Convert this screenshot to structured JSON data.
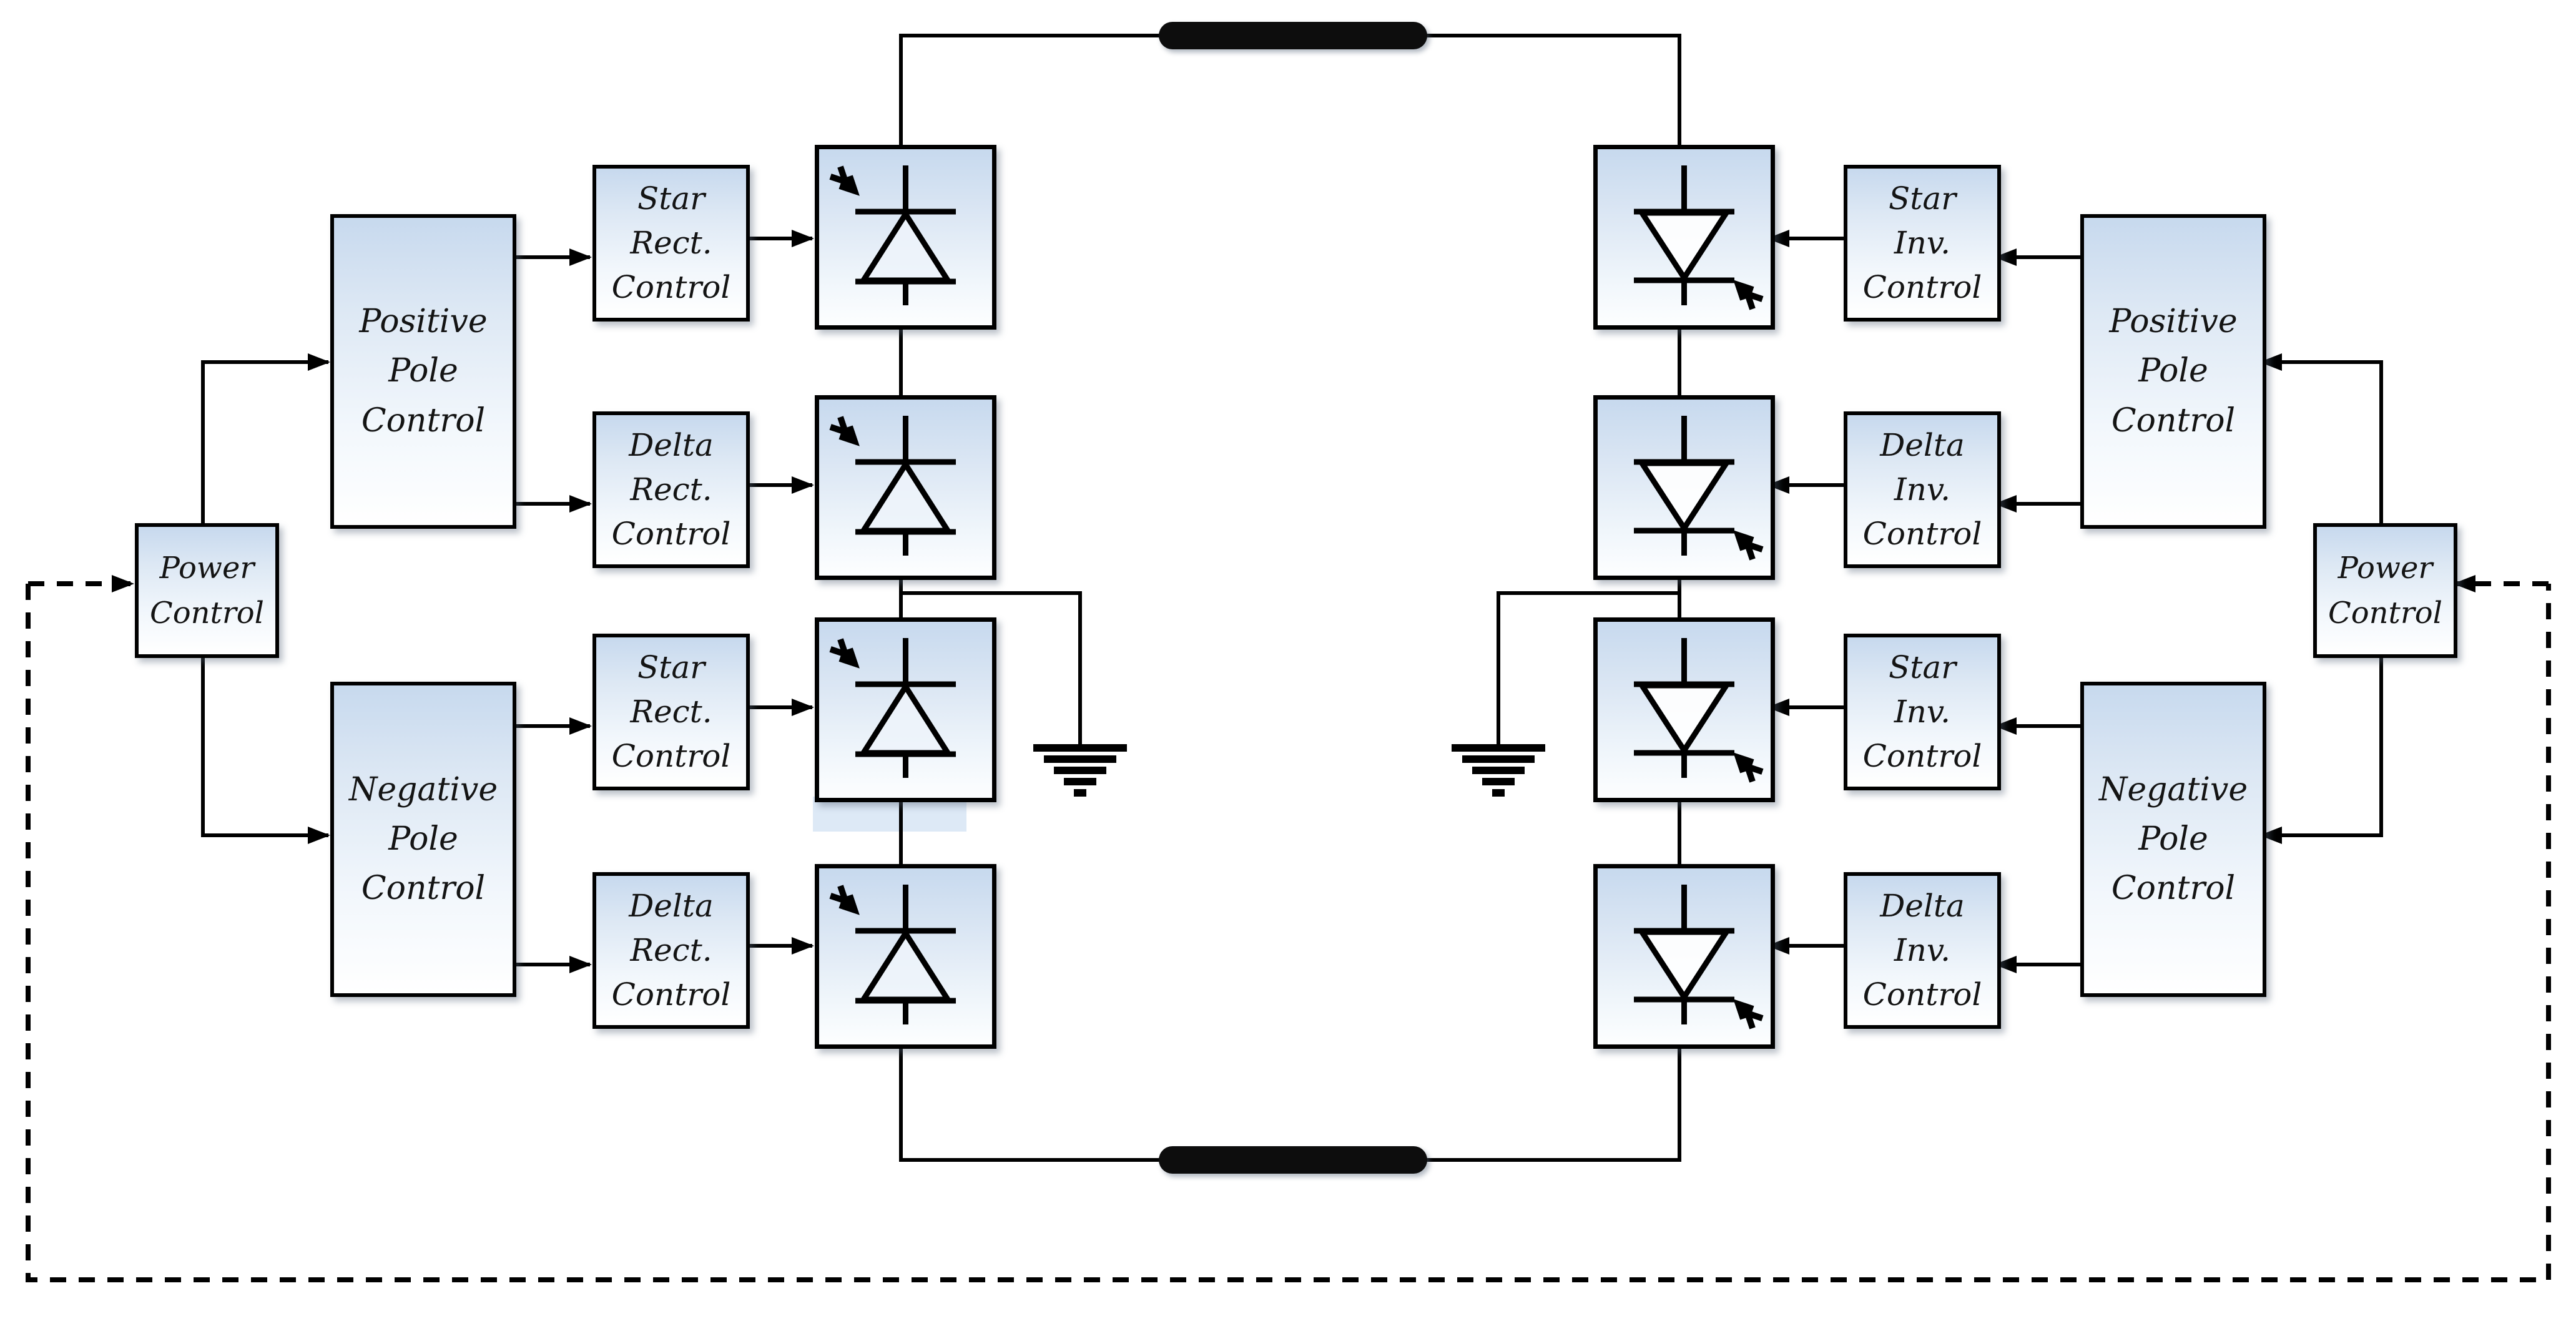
{
  "background_color": "#ffffff",
  "palette": {
    "box_fill_top": "#c7d9ee",
    "box_fill_bottom": "#ffffff",
    "stroke": "#000000",
    "dc_bar": "#0d0d0d",
    "artifact_strip": "#dde9f6"
  },
  "left_station": {
    "role": "rectifier-side",
    "power_control": {
      "label": "Power\nControl"
    },
    "positive_pole_control": {
      "label": "Positive\nPole\nControl"
    },
    "negative_pole_control": {
      "label": "Negative\nPole\nControl"
    },
    "bridge_controls": [
      {
        "id": "star-rect-top",
        "label": "Star\nRect.\nControl"
      },
      {
        "id": "delta-rect-top",
        "label": "Delta\nRect.\nControl"
      },
      {
        "id": "star-rect-bottom",
        "label": "Star\nRect.\nControl"
      },
      {
        "id": "delta-rect-bottom",
        "label": "Delta\nRect.\nControl"
      }
    ]
  },
  "right_station": {
    "role": "inverter-side",
    "power_control": {
      "label": "Power\nControl"
    },
    "positive_pole_control": {
      "label": "Positive\nPole\nControl"
    },
    "negative_pole_control": {
      "label": "Negative\nPole\nControl"
    },
    "bridge_controls": [
      {
        "id": "star-inv-top",
        "label": "Star\nInv.\nControl"
      },
      {
        "id": "delta-inv-top",
        "label": "Delta\nInv.\nControl"
      },
      {
        "id": "star-inv-bottom",
        "label": "Star\nInv.\nControl"
      },
      {
        "id": "delta-inv-bottom",
        "label": "Delta\nInv.\nControl"
      }
    ]
  },
  "icons": {
    "rectifier_valve": "thyristor-valve-up-icon",
    "inverter_valve": "thyristor-valve-down-icon",
    "ground": "earth-ground-icon",
    "dc_line": "dc-transmission-bar-icon",
    "firing_pulse": "double-chevron-icon",
    "telecom_link": "dashed-feedback-loop"
  }
}
